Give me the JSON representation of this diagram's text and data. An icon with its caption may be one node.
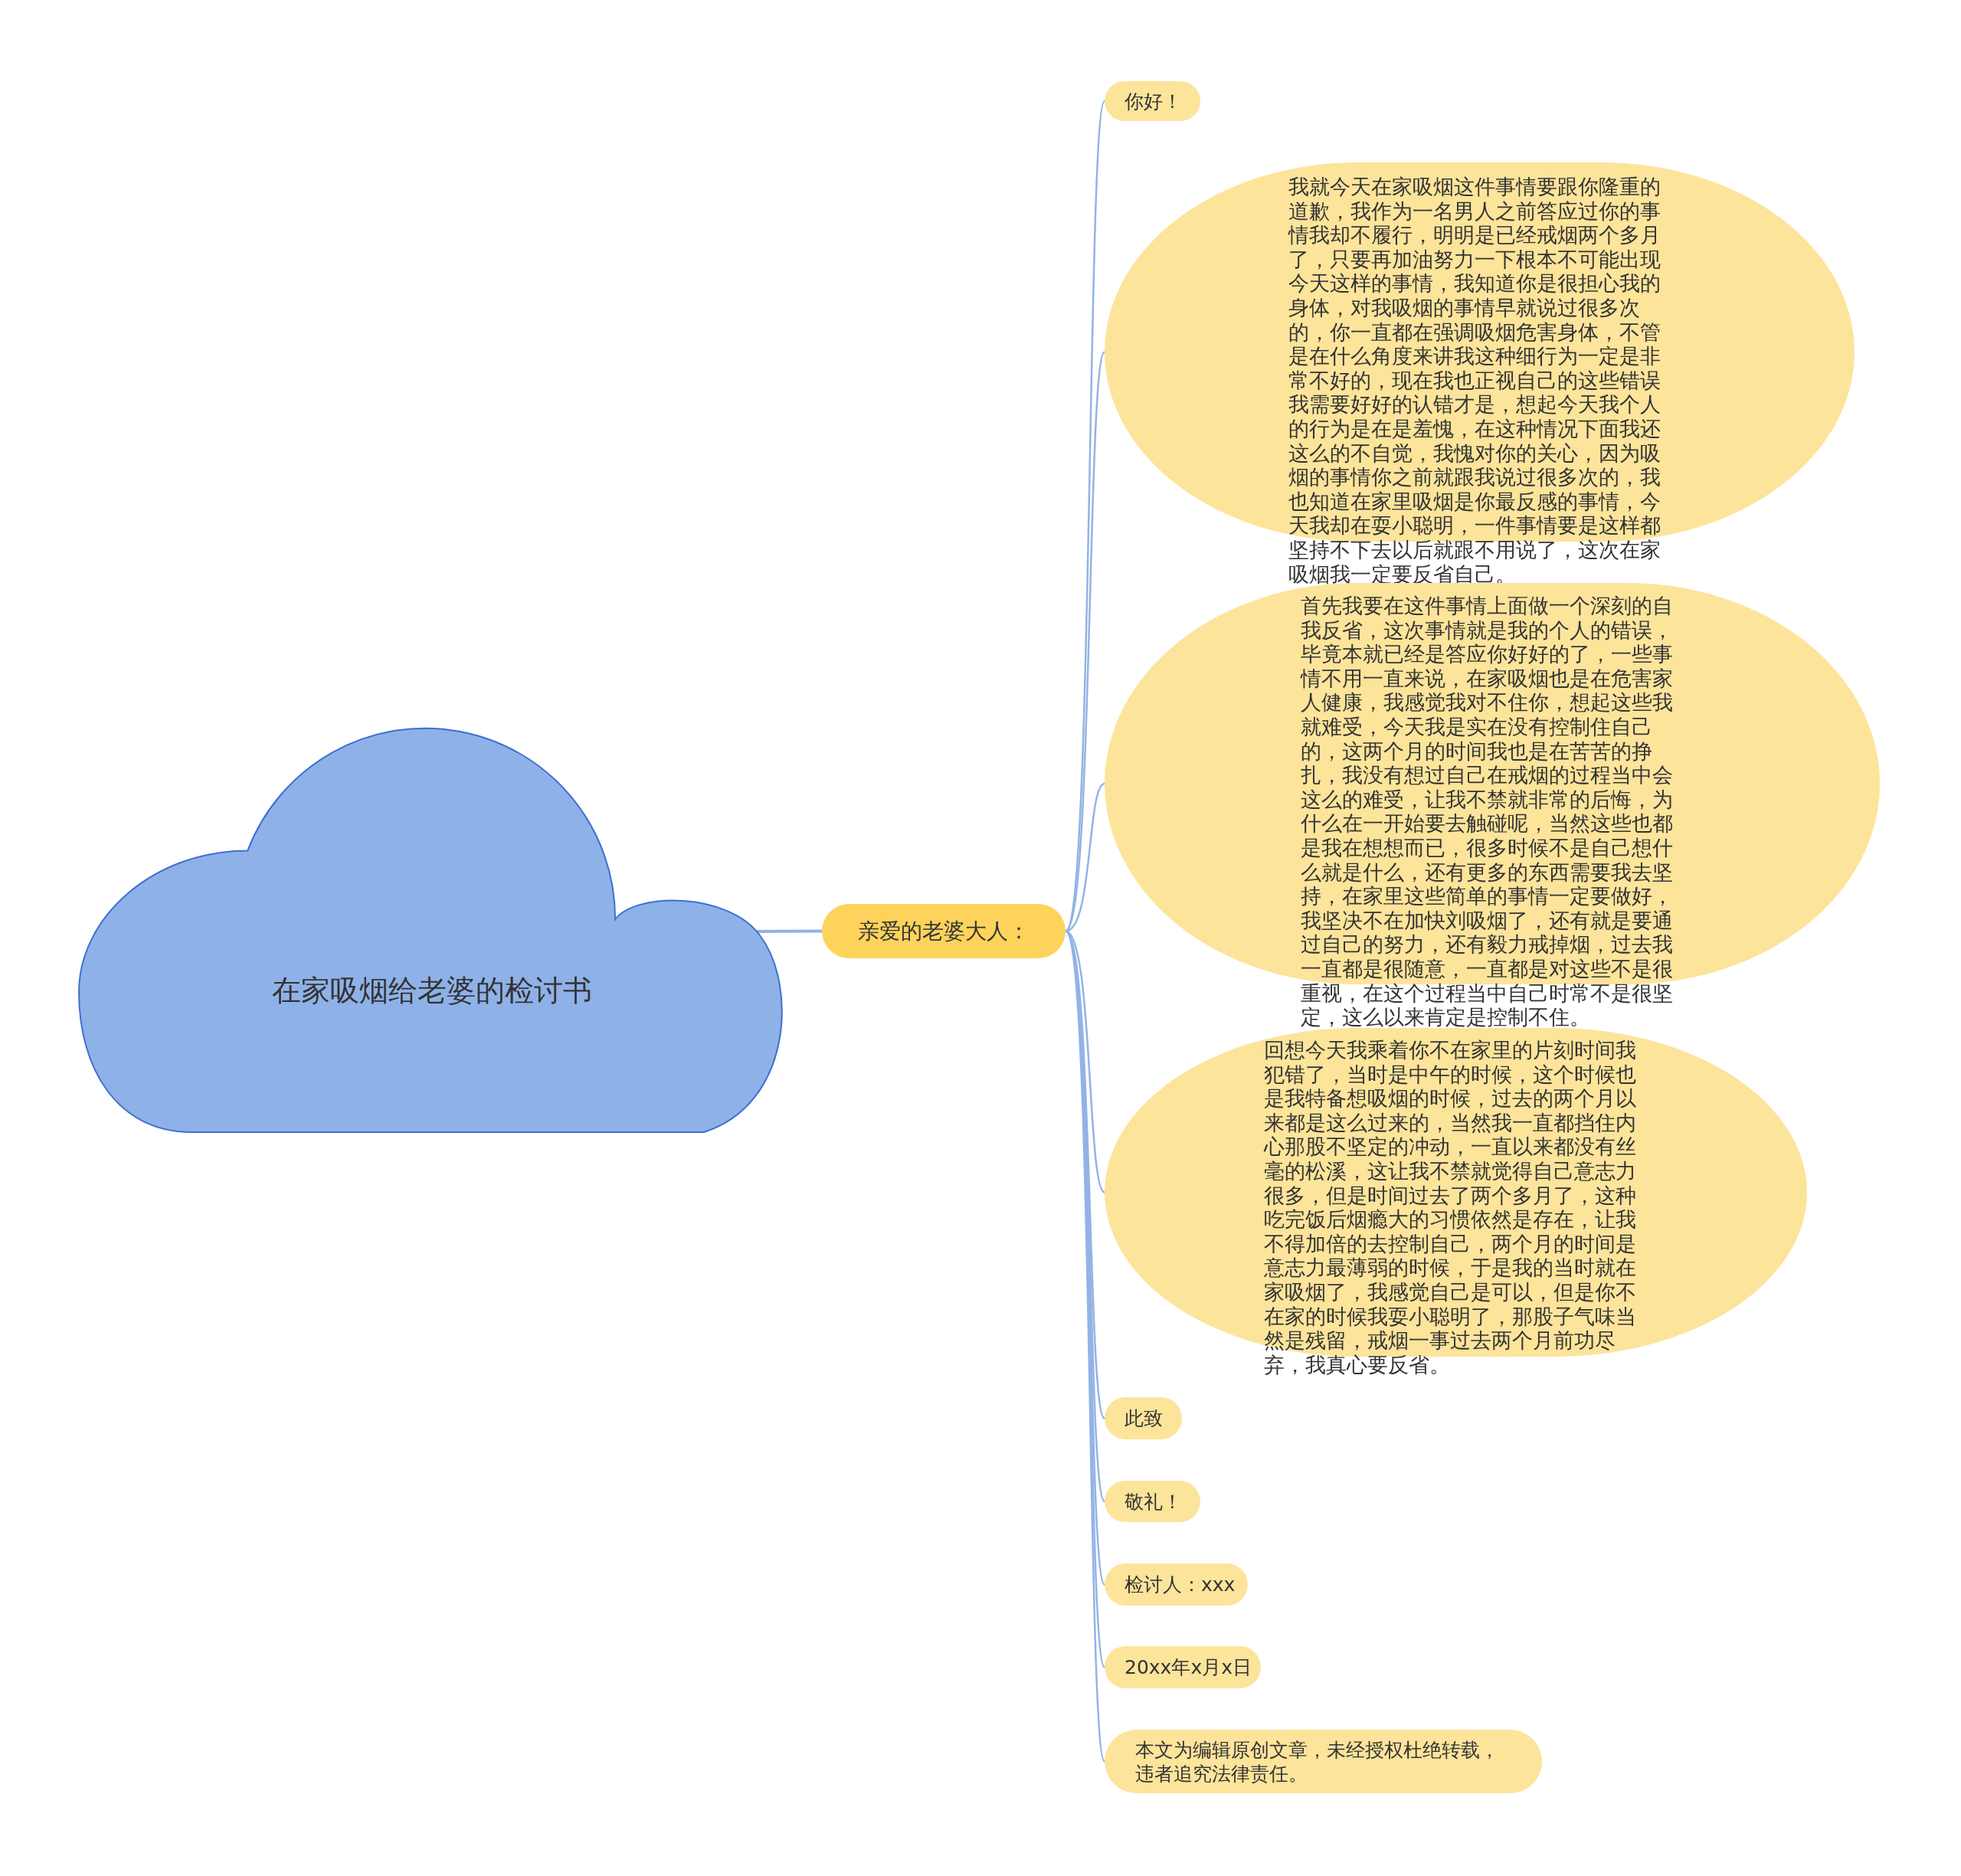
{
  "diagram": {
    "nodes": [
      {
        "text": [
          "在家吸烟给老婆的检讨书"
        ]
      },
      {
        "text": [
          "亲爱的老婆大人："
        ]
      },
      {
        "text": [
          "你好！"
        ]
      },
      {
        "text": [
          "我就今天在家吸烟这件事情要跟你隆重的道歉，我作为一名男人之前答应过你的事情我却不履行，明明是已经戒烟两个多月了，只要再加油努力一下根本不可能出现今天这样的事情，我知道你是很担心我的身体，对我吸烟的事情早就说过很多次的，你一直都在强调吸烟危害身体，不管是在什么角度来讲我这种细行为一定是非常不好的，现在我也正视自己的这些错误我需要好好的认错才是，想起今天我个人的行为是在是羞愧，在这种情况下面我还这么的不自觉，我愧对你的关心，因为吸烟的事情你之前就跟我说过很多次的，我也知道在家里吸烟是你最反感的事情，今天我却在耍小聪明，一件事情要是这样都坚持不下去以后就跟不用说了，这次在家吸烟我一定要反省自己。"
        ]
      },
      {
        "text": [
          "首先我要在这件事情上面做一个深刻的自我反省，这次事情就是我的个人的错误，毕竟本就已经是答应你好好的了，一些事情不用一直来说，在家吸烟也是在危害家人健康，我感觉我对不住你，想起这些我就难受，今天我是实在没有控制住自己的，这两个月的时间我也是在苦苦的挣扎，我没有想过自己在戒烟的过程当中会这么的难受，让我不禁就非常的后悔，为什么在一开始要去触碰呢，当然这些也都是我在想想而已，很多时候不是自己想什么就是什么，还有更多的东西需要我去坚持，在家里这些简单的事情一定要做好，我坚决不在加快刘吸烟了，还有就是要通过自己的努力，还有毅力戒掉烟，过去我一直都是很随意，一直都是对这些不是很重视，在这个过程当中自己时常不是很坚定，这么以来肯定是控制不住。"
        ]
      },
      {
        "text": [
          "回想今天我乘着你不在家里的片刻时间我犯错了，当时是中午的时候，这个时候也是我特备想吸烟的时候，过去的两个月以来都是这么过来的，当然我一直都挡住内心那股不坚定的冲动，一直以来都没有丝毫的松溪，这让我不禁就觉得自己意志力很多，但是时间过去了两个多月了，这种吃完饭后烟瘾大的习惯依然是存在，让我不得加倍的去控制自己，两个月的时间是意志力最薄弱的时候，于是我的当时就在家吸烟了，我感觉自己是可以，但是你不在家的时候我耍小聪明了，那股子气味当然是残留，戒烟一事过去两个月前功尽弃，我真心要反省。"
        ]
      },
      {
        "text": [
          "此致"
        ]
      },
      {
        "text": [
          "敬礼！"
        ]
      },
      {
        "text": [
          "检讨人：xxx"
        ]
      },
      {
        "text": [
          "20xx年x月x日"
        ]
      },
      {
        "text": [
          "本文为编辑原创文章，未经授权杜绝转载，违者追究法律责任。"
        ]
      }
    ],
    "edges": [
      {
        "from": 0,
        "to": 1,
        "arrow": "none"
      },
      {
        "from": 1,
        "to": 2,
        "arrow": "none"
      },
      {
        "from": 1,
        "to": 3,
        "arrow": "none"
      },
      {
        "from": 1,
        "to": 4,
        "arrow": "none"
      },
      {
        "from": 1,
        "to": 5,
        "arrow": "none"
      },
      {
        "from": 1,
        "to": 6,
        "arrow": "none"
      },
      {
        "from": 1,
        "to": 7,
        "arrow": "none"
      },
      {
        "from": 1,
        "to": 8,
        "arrow": "none"
      },
      {
        "from": 1,
        "to": 9,
        "arrow": "none"
      },
      {
        "from": 1,
        "to": 10,
        "arrow": "none"
      }
    ]
  }
}
